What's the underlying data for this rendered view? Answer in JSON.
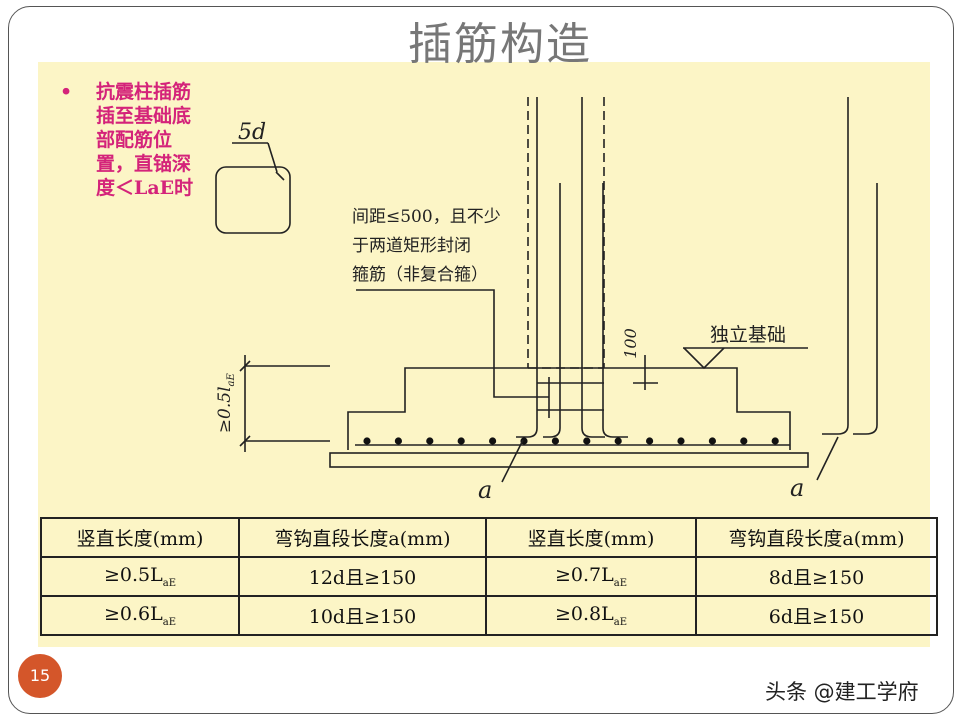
{
  "title": "插筋构造",
  "note": {
    "bullet": "•",
    "text": "抗震柱插筋插至基础底部配筋位置，直锚深度＜LaE时"
  },
  "diagram": {
    "hook_label": "5d",
    "stirrup_note_lines": [
      "间距≤500，且不少",
      "于两道矩形封闭",
      "箍筋（非复合箍）"
    ],
    "dim_100": "100",
    "dim_left": "≥0.5l",
    "dim_left_sub": "aE",
    "foundation_label": "独立基础",
    "a_label_left": "a",
    "a_label_right": "a"
  },
  "table": {
    "headers": [
      "竖直长度(mm)",
      "弯钩直段长度a(mm)",
      "竖直长度(mm)",
      "弯钩直段长度a(mm)"
    ],
    "rows": [
      [
        {
          "main": "≥0.5L",
          "sub": "aE"
        },
        {
          "main": "12d且≥150"
        },
        {
          "main": "≥0.7L",
          "sub": "aE"
        },
        {
          "main": "8d且≥150"
        }
      ],
      [
        {
          "main": "≥0.6L",
          "sub": "aE"
        },
        {
          "main": "10d且≥150"
        },
        {
          "main": "≥0.8L",
          "sub": "aE"
        },
        {
          "main": "6d且≥150"
        }
      ]
    ]
  },
  "page_number": "15",
  "watermark": "头条 @建工学府",
  "colors": {
    "accent": "#d4562a",
    "note": "#d4237a",
    "panel": "#fcf5c6"
  }
}
